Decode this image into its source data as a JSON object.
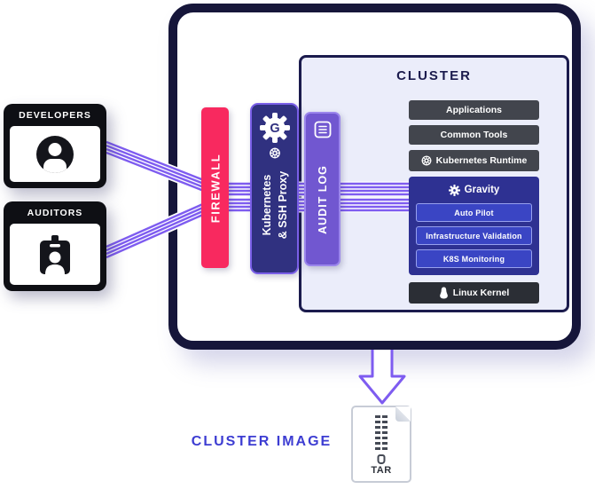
{
  "cards": {
    "developers": {
      "title": "DEVELOPERS",
      "icon": "person-circle-icon"
    },
    "auditors": {
      "title": "AUDITORS",
      "icon": "id-badge-icon"
    }
  },
  "gateway": {
    "firewall": {
      "label": "FIREWALL",
      "color": "#F8295F"
    },
    "proxy": {
      "line1": "Kubernetes",
      "line2": "& SSH Proxy",
      "logo_letter": "G",
      "color": "#303180",
      "icons": [
        "gravity-gear-icon",
        "kubernetes-helm-icon"
      ]
    },
    "audit": {
      "label": "AUDIT LOG",
      "color": "#7157D0",
      "icon": "log-list-icon"
    }
  },
  "cluster": {
    "title": "CLUSTER",
    "layers": [
      {
        "label": "Applications"
      },
      {
        "label": "Common Tools"
      },
      {
        "label": "Kubernetes Runtime",
        "icon": "kubernetes-wheel-icon"
      }
    ],
    "gravity": {
      "title": "Gravity",
      "icon": "gear-icon",
      "color": "#2E3192",
      "features": [
        {
          "label": "Auto Pilot"
        },
        {
          "label": "Infrastructure Validation"
        },
        {
          "label": "K8S Monitoring"
        }
      ]
    },
    "kernel": {
      "label": "Linux Kernel",
      "icon": "linux-penguin-icon"
    }
  },
  "output": {
    "caption": "CLUSTER IMAGE",
    "file_label": "TAR",
    "arrow": "down-arrow-icon"
  },
  "colors": {
    "ribbon": "#7E5CF0",
    "caption_text": "#3D3DD2",
    "container_border": "#16163A",
    "cluster_border": "#1B1B4D",
    "cluster_fill": "#EBEDFA",
    "layer_bar": "#42454D",
    "kernel_bar": "#2B2E35",
    "gravity_item": "#3A45C4"
  }
}
